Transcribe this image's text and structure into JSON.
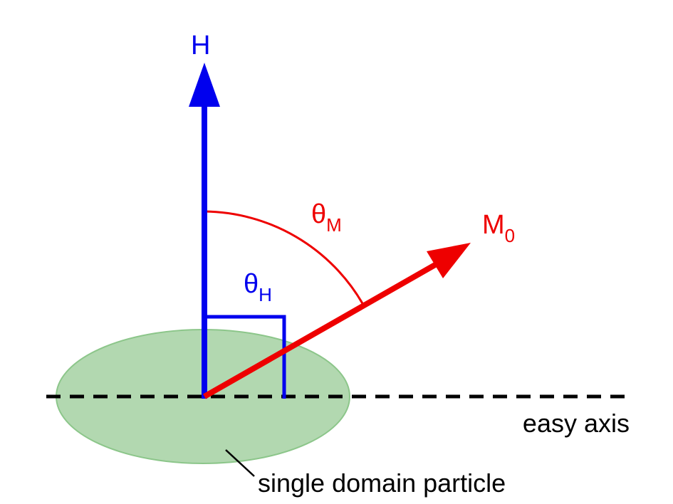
{
  "labels": {
    "field": "H",
    "theta_m_symbol": "θ",
    "theta_m_sub": "M",
    "magnetization_symbol": "M",
    "magnetization_sub": "0",
    "theta_h_symbol": "θ",
    "theta_h_sub": "H",
    "easy_axis": "easy axis",
    "particle": "single domain particle"
  },
  "colors": {
    "field": "#0000ee",
    "magnetization": "#ee0000",
    "particle_fill": "#b2d8b0",
    "particle_stroke": "#8cc68a",
    "axis": "#000000",
    "text": "#000000"
  }
}
